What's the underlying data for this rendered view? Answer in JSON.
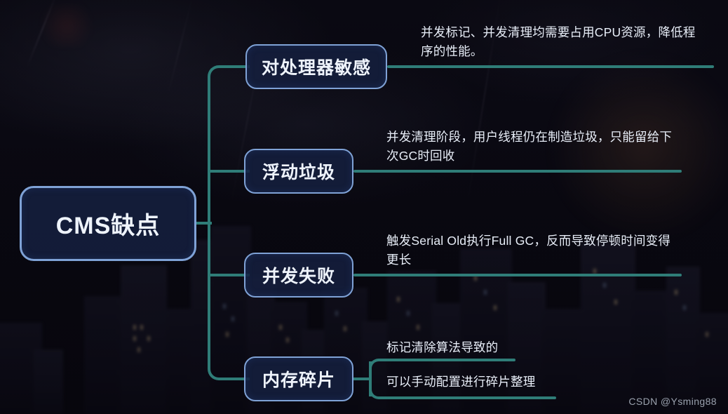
{
  "slide": {
    "root_label": "CMS缺点",
    "watermark": "CSDN @Ysming88",
    "accent_line_color": "#2f7d78",
    "node_border_color": "#7fa2d6",
    "node_fill_color": "#151f3e",
    "text_color": "#eef3fb"
  },
  "branches": [
    {
      "label": "对处理器敏感",
      "desc": "并发标记、并发清理均需要占用CPU资源，降低程序的性能。"
    },
    {
      "label": "浮动垃圾",
      "desc": "并发清理阶段，用户线程仍在制造垃圾，只能留给下次GC时回收"
    },
    {
      "label": "并发失败",
      "desc": "触发Serial Old执行Full GC，反而导致停顿时间变得更长"
    },
    {
      "label": "内存碎片",
      "sub": [
        {
          "desc": "标记清除算法导致的"
        },
        {
          "desc": "可以手动配置进行碎片整理"
        }
      ]
    }
  ]
}
